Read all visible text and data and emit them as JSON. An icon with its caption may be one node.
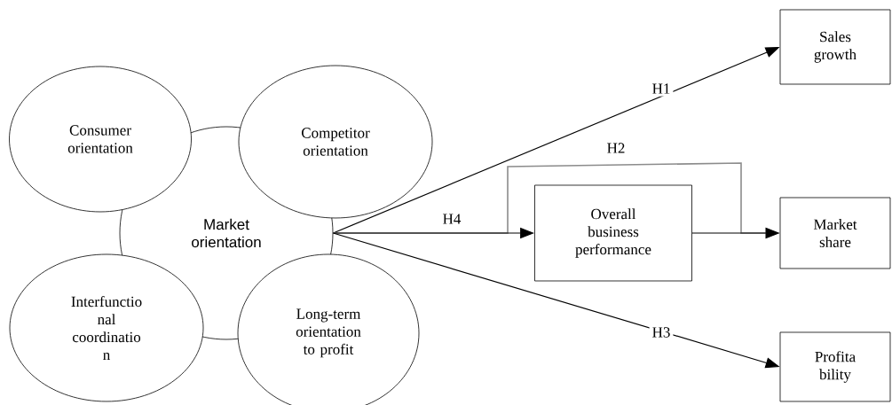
{
  "diagram": {
    "nodes": [
      {
        "text": [
          "Market orientation"
        ]
      },
      {
        "text": [
          "Consumer orientation"
        ]
      },
      {
        "text": [
          "Competitor orientation"
        ]
      },
      {
        "text": [
          "Interfunctio nal coordinatio n"
        ]
      },
      {
        "text": [
          "Long-term orientation to profit"
        ]
      },
      {
        "text": [
          "Sales growth"
        ]
      },
      {
        "text": [
          "Overall business performance"
        ]
      },
      {
        "text": [
          "Market share"
        ]
      },
      {
        "text": [
          "Profita bility"
        ]
      }
    ],
    "edges": [
      {
        "from": 0,
        "to": 5,
        "arrow": "to",
        "label": "H1"
      },
      {
        "from": 0,
        "to": 7,
        "arrow": "to",
        "label": "H2",
        "color": "#8c8c8c"
      },
      {
        "from": 0,
        "to": 8,
        "arrow": "to",
        "label": "H3"
      },
      {
        "from": 0,
        "to": 6,
        "arrow": "to",
        "label": "H4"
      },
      {
        "from": 6,
        "to": 7,
        "arrow": "to"
      }
    ]
  }
}
